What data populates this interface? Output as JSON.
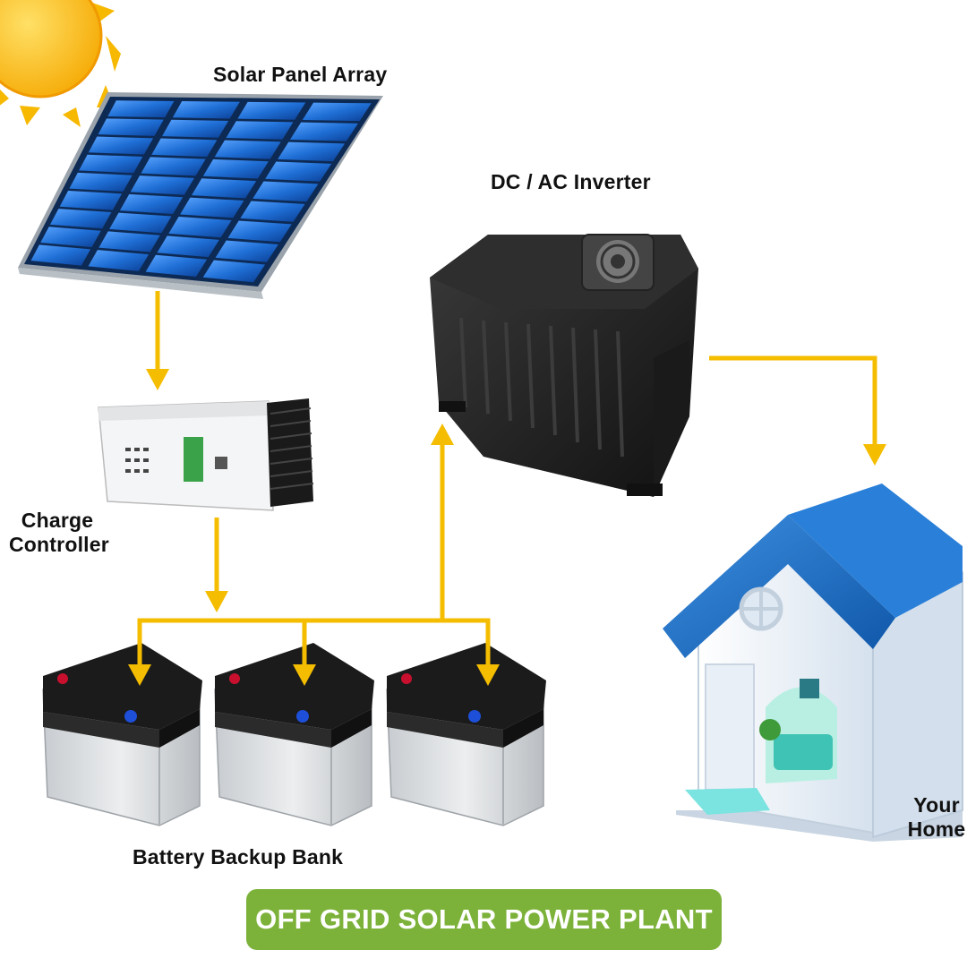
{
  "labels": {
    "solar_panel": "Solar Panel Array",
    "inverter": "DC / AC Inverter",
    "charge_controller_line1": "Charge",
    "charge_controller_line2": "Controller",
    "battery_bank": "Battery Backup Bank",
    "home_line1": "Your",
    "home_line2": "Home"
  },
  "banner": {
    "text": "OFF GRID SOLAR POWER PLANT"
  },
  "colors": {
    "arrow": "#f5bd00",
    "banner": "#7cb23a",
    "panel_cell": "#1f6fd6",
    "roof": "#1c6fc8",
    "sun": "#f7b800",
    "battery_top": "#1b1b1b",
    "battery_body": "#d6d9dc",
    "inverter_body": "#202020"
  },
  "icons": [
    "sun-icon",
    "solar-panel-icon",
    "charge-controller-icon",
    "inverter-icon",
    "battery-icon",
    "house-icon"
  ]
}
